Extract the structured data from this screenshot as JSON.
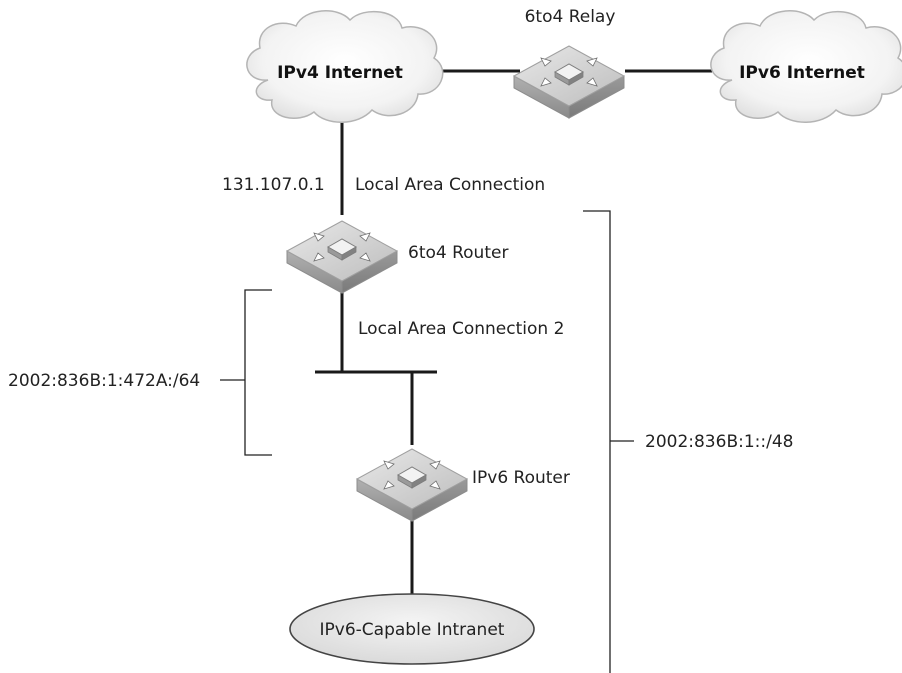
{
  "diagram": {
    "clouds": {
      "ipv4": "IPv4 Internet",
      "ipv6": "IPv6 Internet"
    },
    "devices": {
      "relay": "6to4 Relay",
      "router_6to4": "6to4 Router",
      "router_ipv6": "IPv6 Router"
    },
    "labels": {
      "ipv4_address": "131.107.0.1",
      "lan1": "Local Area Connection",
      "lan2": "Local Area Connection 2",
      "subnet_prefix": "2002:836B:1:472A:/64",
      "site_prefix": "2002:836B:1::/48"
    },
    "intranet": "IPv6-Capable Intranet",
    "colors": {
      "cloud_fill": "#f0f0f0",
      "cloud_stroke": "#b4b4b4",
      "router_top": "#d4d4d4",
      "router_side": "#a8a8a8",
      "intranet_fill": "#e6e6e6"
    }
  }
}
